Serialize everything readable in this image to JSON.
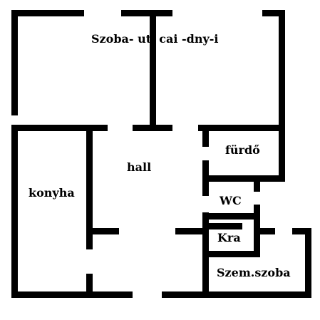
{
  "plan": {
    "wall_color": "#000000",
    "background_color": "#ffffff",
    "rooms": {
      "szoba": "Szoba- ut  cai -dny-i",
      "hall": "hall",
      "konyha": "konyha",
      "furdo": "fürdő",
      "wc": "WC",
      "kamra": "Kra",
      "szemszoba": "Szem.szoba"
    }
  }
}
